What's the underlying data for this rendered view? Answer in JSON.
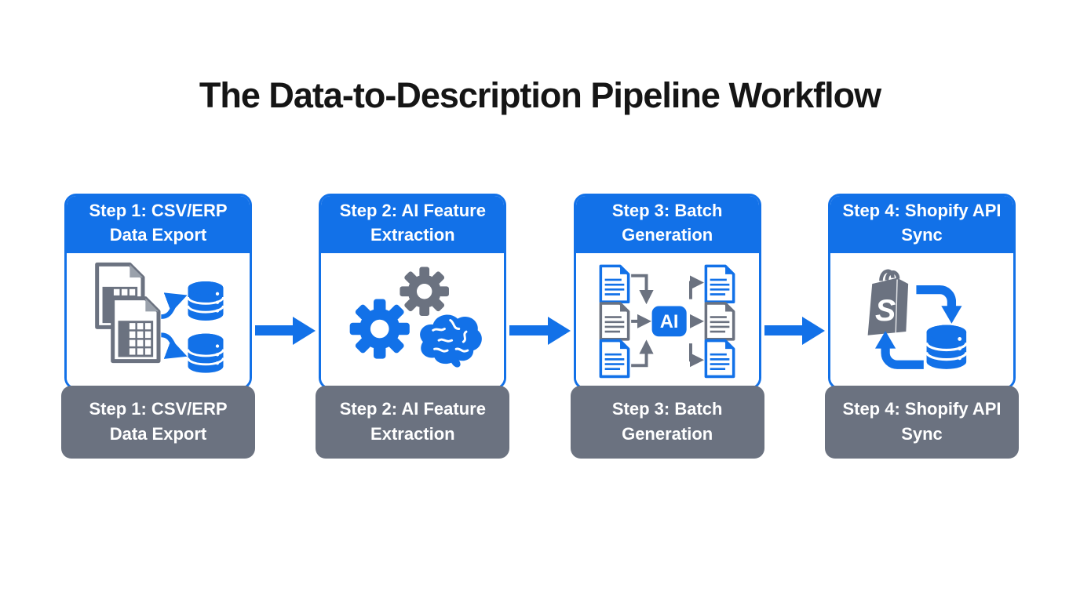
{
  "title": "The Data-to-Description Pipeline Workflow",
  "colors": {
    "accent_blue": "#1271E8",
    "slate_gray": "#6B7280",
    "background": "#FFFFFF",
    "title_text": "#151515",
    "step_text": "#FFFFFF"
  },
  "steps": [
    {
      "header": "Step 1: CSV/ERP Data Export",
      "footer": "Step 1: CSV/ERP Data Export",
      "icon": "spreadsheet-to-database-icon"
    },
    {
      "header": "Step 2: AI Feature Extraction",
      "footer": "Step 2: AI Feature Extraction",
      "icon": "gears-brain-icon"
    },
    {
      "header": "Step 3: Batch Generation",
      "footer": "Step 3: Batch Generation",
      "icon": "documents-ai-fanout-icon",
      "badge_label": "AI"
    },
    {
      "header": "Step 4: Shopify API Sync",
      "footer": "Step 4: Shopify API Sync",
      "icon": "shopify-database-sync-icon",
      "bag_letter": "S"
    }
  ],
  "connector_icon": "flow-arrow-right-icon"
}
